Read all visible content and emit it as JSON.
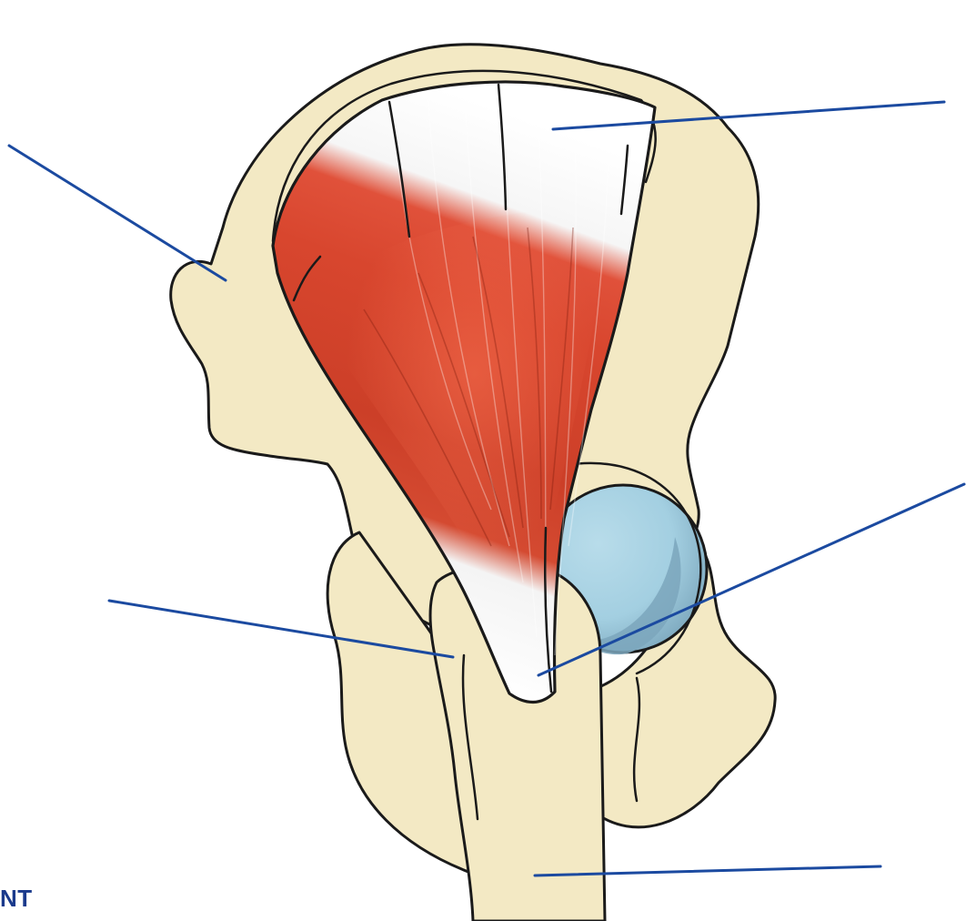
{
  "diagram": {
    "corner_text": "NT",
    "colors": {
      "bone": "#f3e9c4",
      "bone_outline": "#1a1a1a",
      "muscle": "#d2432c",
      "muscle_highlight": "#f0694c",
      "tendon": "#f6f6f6",
      "femoral_head": "#a9d3e4",
      "femoral_head_shadow": "#7ba6bc",
      "leader_line": "#1b4aa0"
    },
    "leader_lines": [
      {
        "id": "iliac-crest-leader"
      },
      {
        "id": "muscle-origin-leader"
      },
      {
        "id": "femur-shaft-leader"
      },
      {
        "id": "tendon-insertion-leader"
      },
      {
        "id": "femur-lower-leader"
      }
    ]
  }
}
